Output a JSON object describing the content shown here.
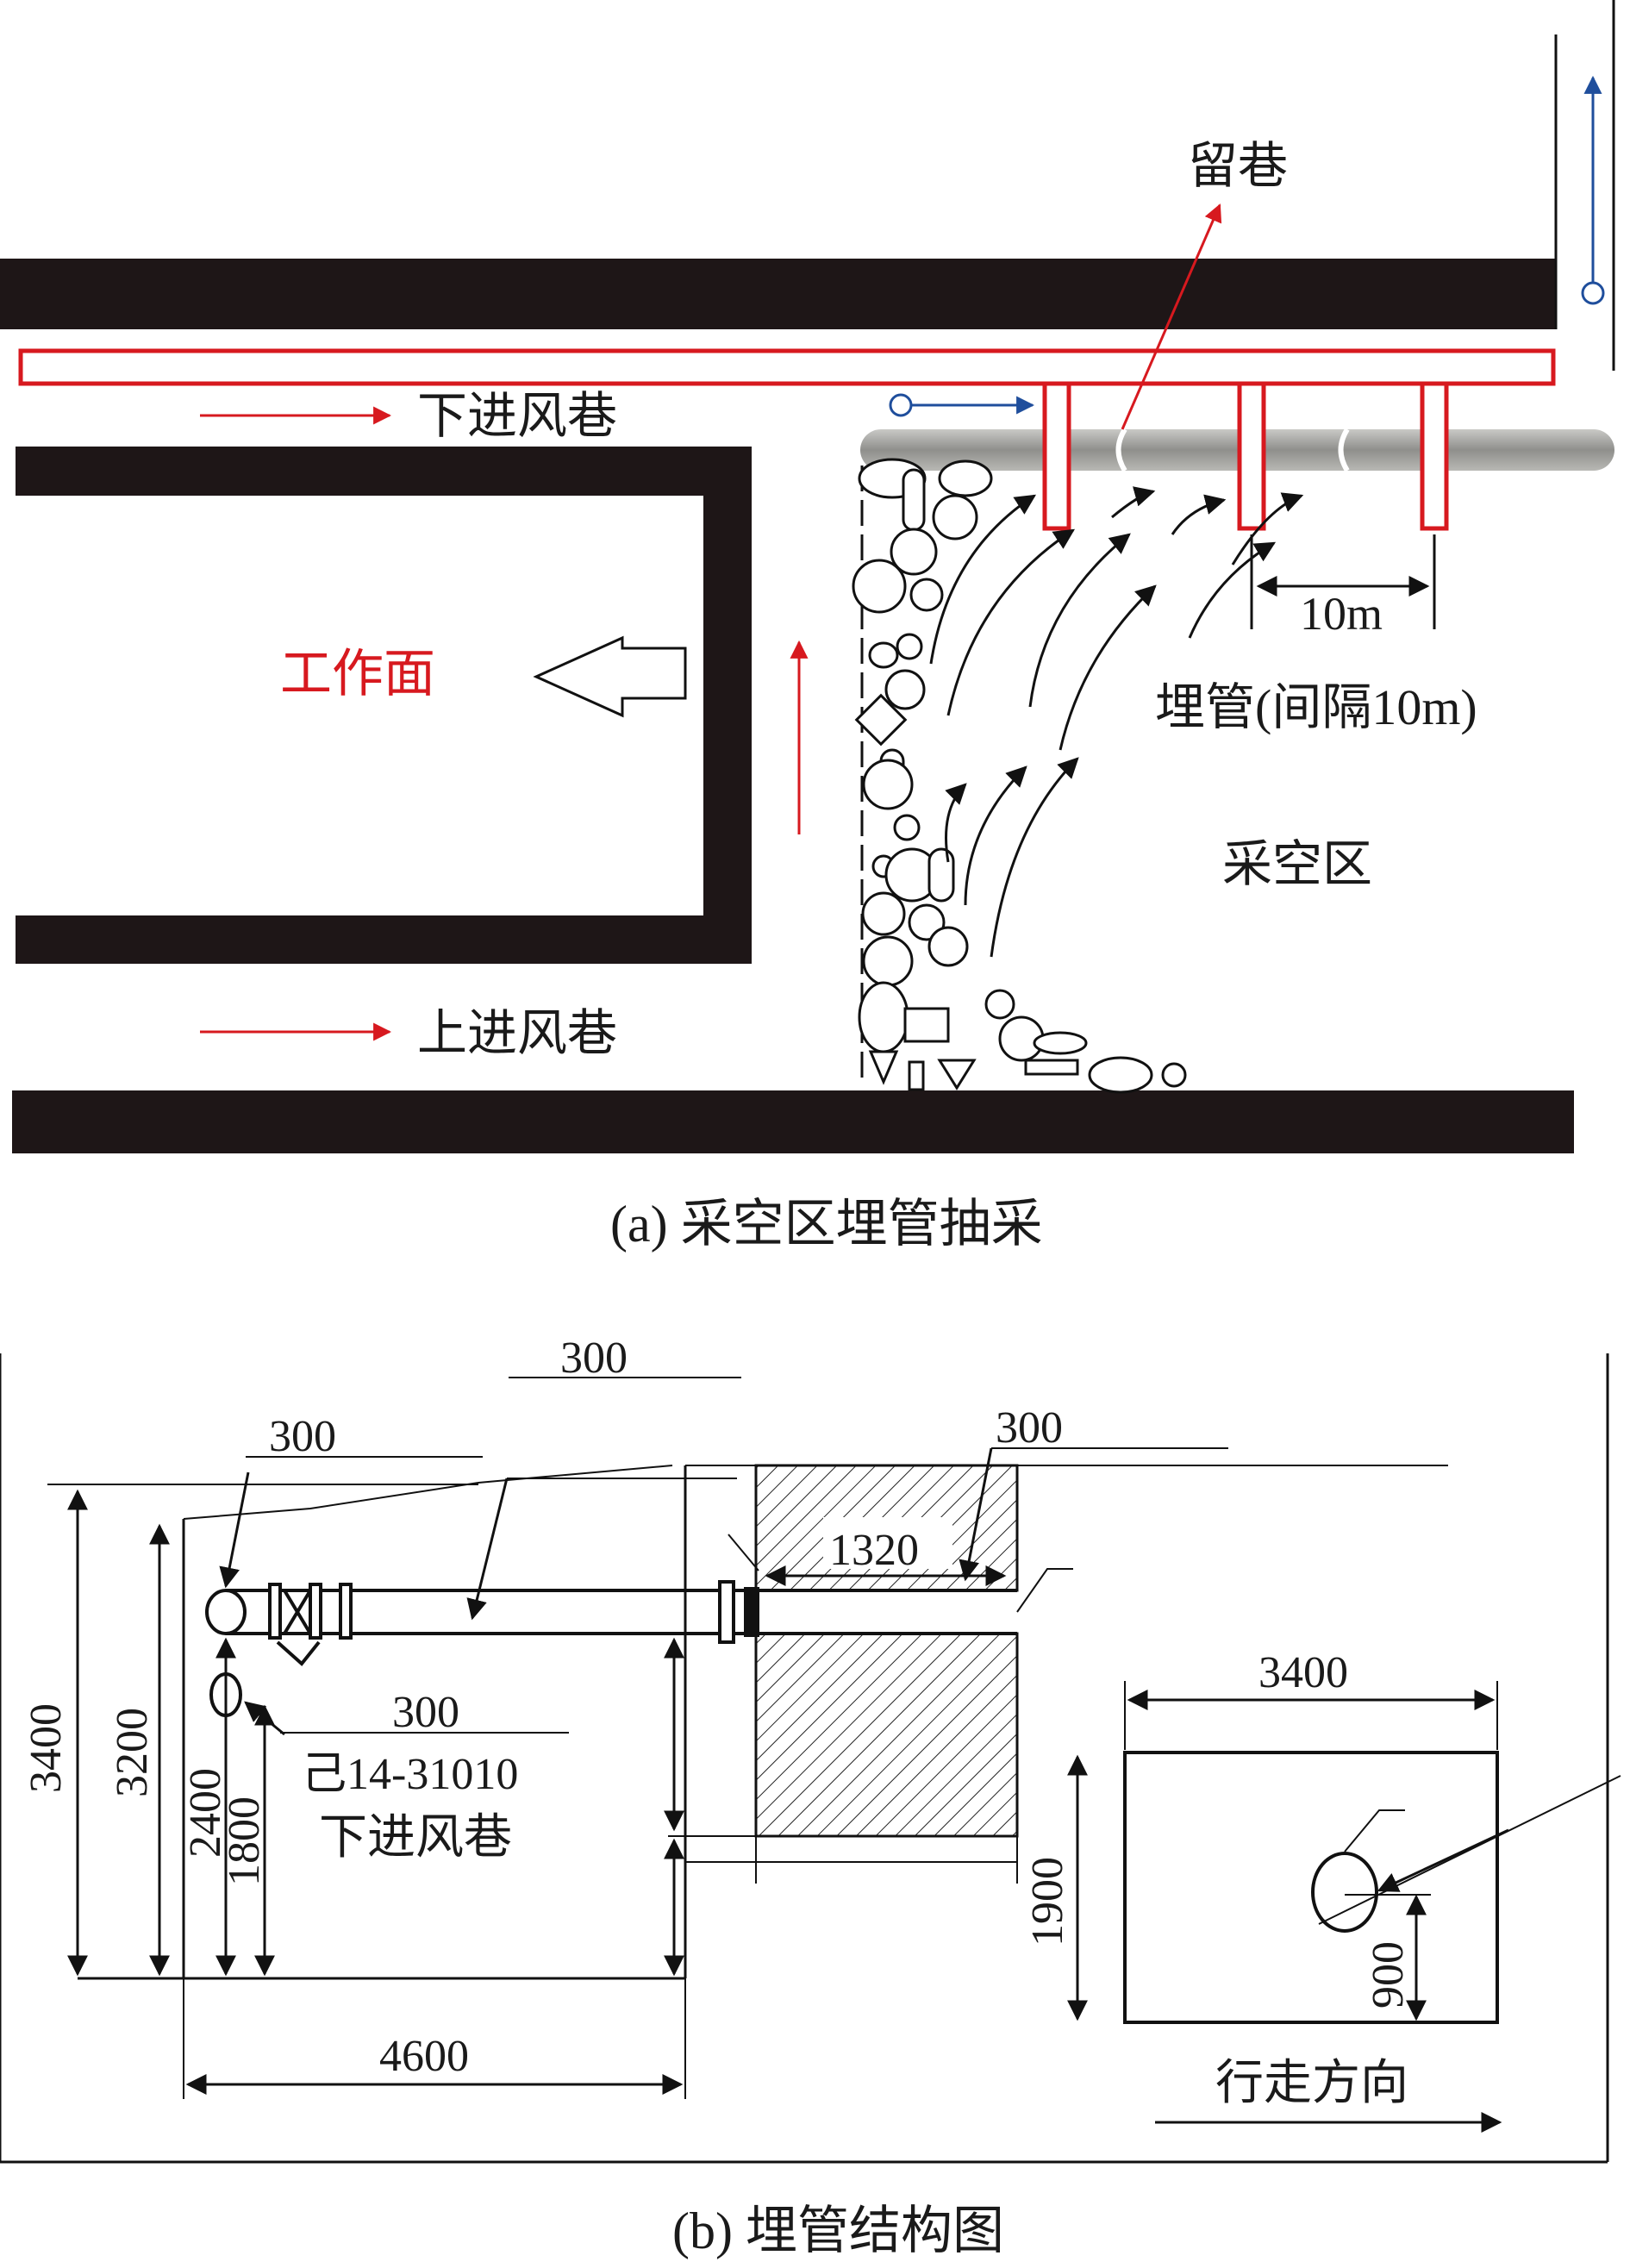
{
  "part_a": {
    "caption": "(a) 采空区埋管抽采",
    "labels": {
      "retained_roadway": "留巷",
      "lower_intake": "下进风巷",
      "upper_intake": "上进风巷",
      "working_face": "工作面",
      "spacing": "10m",
      "buried_pipe": "埋管(间隔10m)",
      "goaf": "采空区"
    },
    "colors": {
      "pipe": "#d7191f",
      "coal": "#1e1617",
      "flow_arrow": "#1f4e9c",
      "rock": "#9a9a98"
    }
  },
  "part_b": {
    "caption": "(b) 埋管结构图",
    "labels": {
      "dim_300_top": "300",
      "dim_300_left": "300",
      "dim_300_right": "300",
      "dim_1320": "1320",
      "dim_300_mid": "300",
      "roadway_id": "己14-31010",
      "roadway_name": "下进风巷",
      "dim_3400_left": "3400",
      "dim_3200": "3200",
      "dim_2400": "2400",
      "dim_1800": "1800",
      "dim_4600": "4600",
      "dim_3400_right": "3400",
      "dim_1900": "1900",
      "dim_900": "900",
      "walk_direction": "行走方向"
    }
  }
}
